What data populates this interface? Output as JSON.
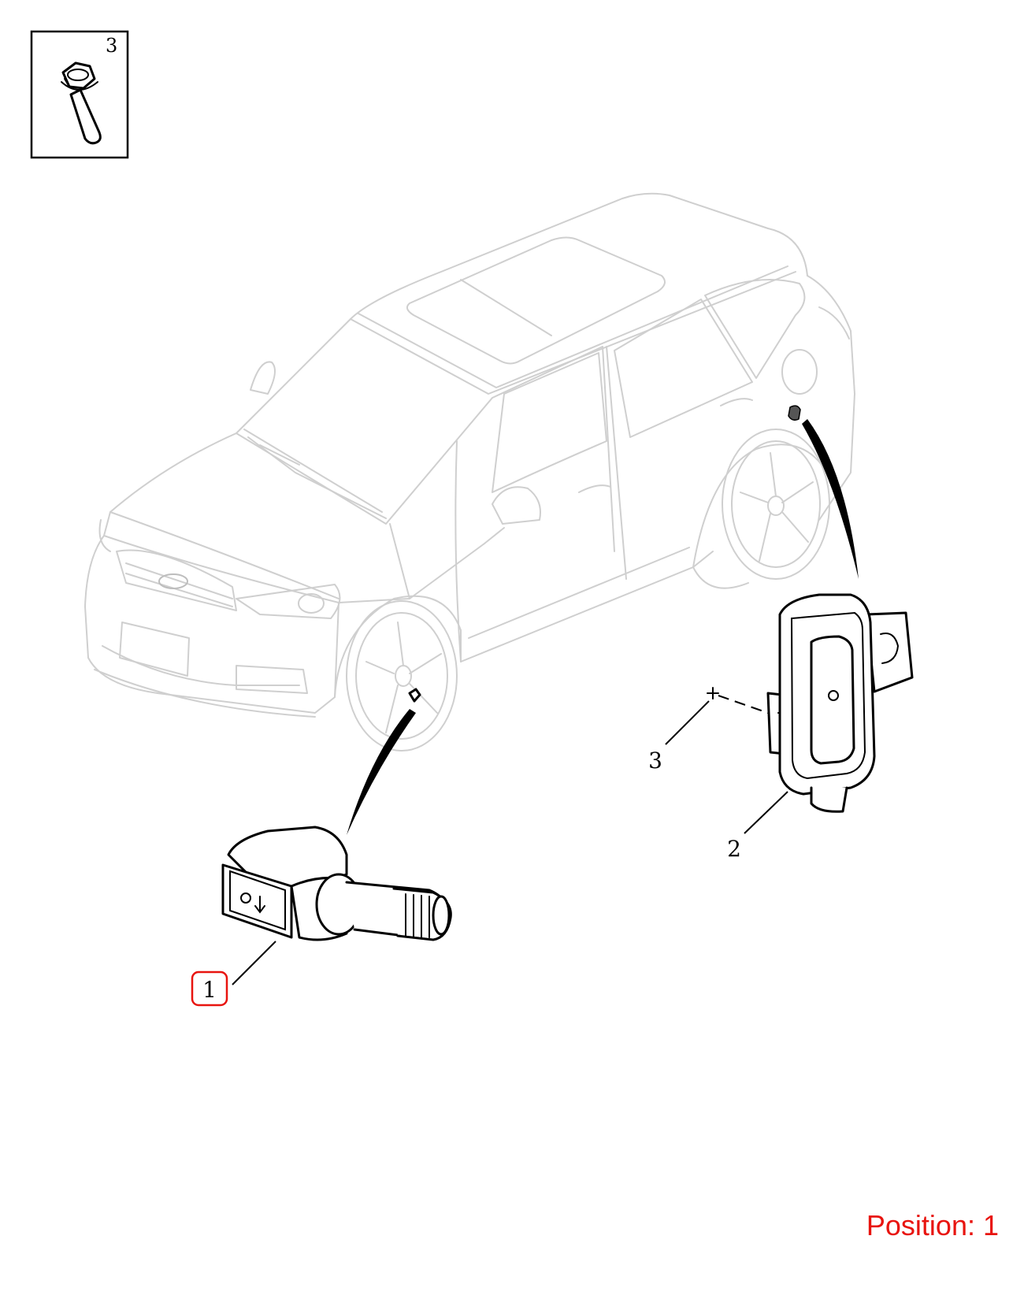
{
  "inset": {
    "callout": "3",
    "icon": "bolt-icon"
  },
  "callouts": {
    "sensor": "1",
    "module": "2",
    "bolt": "3"
  },
  "position_label": "Position: 1",
  "colors": {
    "highlight": "#e8140f",
    "car_outline": "#cfcfcf",
    "part_outline": "#000000"
  }
}
